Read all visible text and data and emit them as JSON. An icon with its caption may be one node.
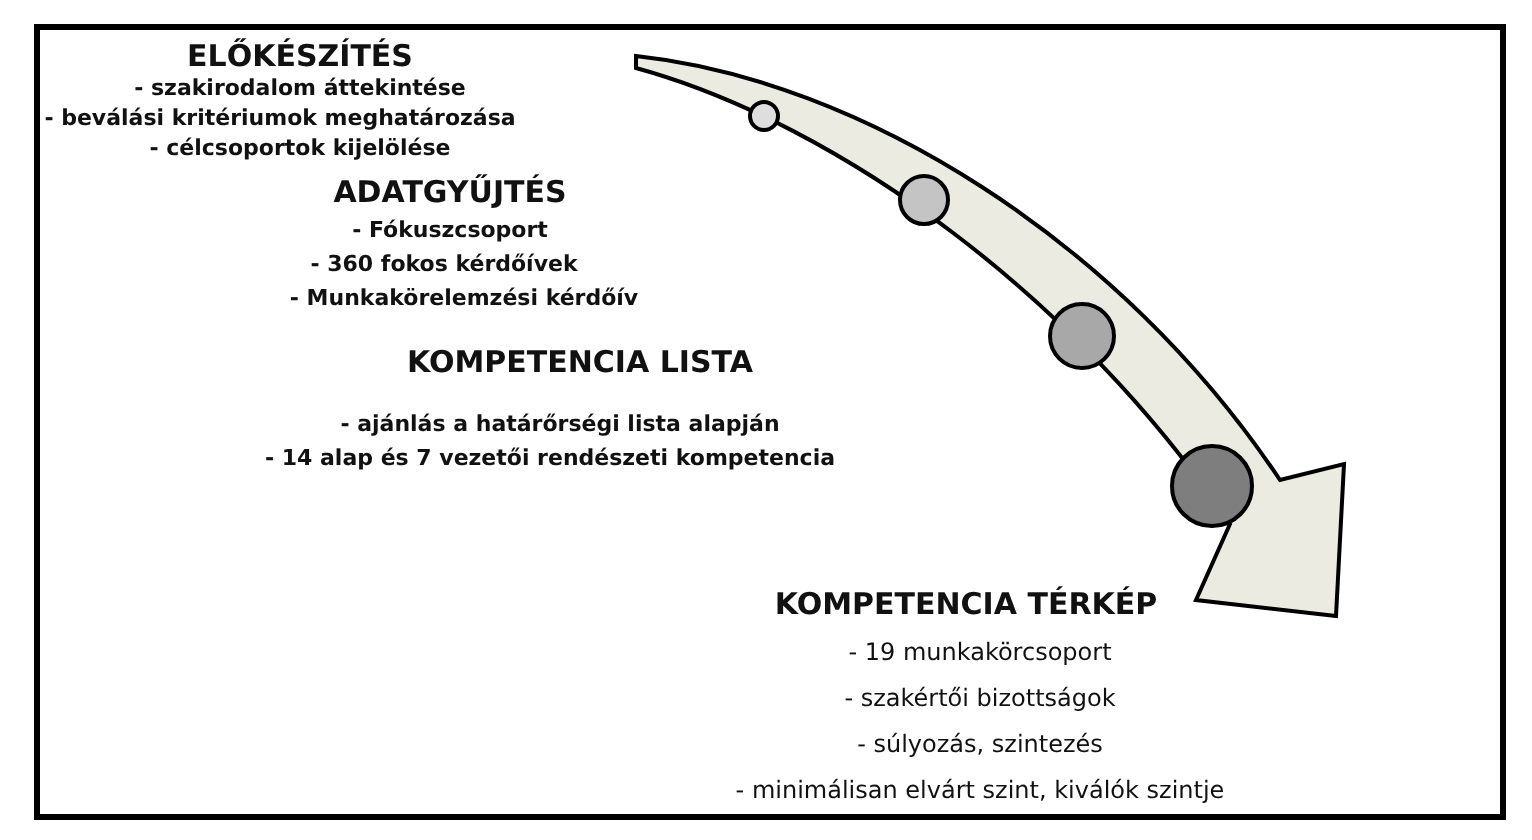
{
  "diagram": {
    "labels": [
      "ELŐKÉSZÍTÉS",
      "- szakirodalom áttekintése",
      "- beválási kritériumok meghatározása",
      "- célcsoportok kijelölése",
      "ADATGYŰJTÉS",
      "- Fókuszcsoport",
      "- 360 fokos kérdőívek",
      "- Munkakörelemzési kérdőív",
      "KOMPETENCIA LISTA",
      "- ajánlás a határőrségi lista alapján",
      "- 14 alap és 7 vezetői rendészeti kompetencia",
      "KOMPETENCIA TÉRKÉP",
      "- 19 munkakörcsoport",
      "- szakértői bizottságok",
      "- súlyozás, szintezés",
      "- minimálisan elvárt szint, kiválók szintje"
    ]
  }
}
